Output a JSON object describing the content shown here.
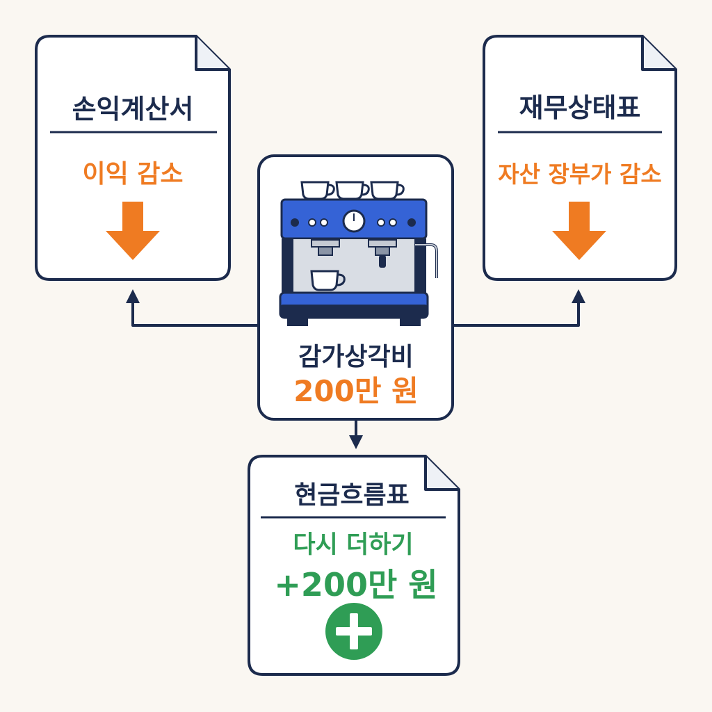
{
  "income_statement": {
    "title": "손익계산서",
    "effect": "이익 감소",
    "arrow_icon": "down-arrow-icon"
  },
  "balance_sheet": {
    "title": "재무상태표",
    "effect": "자산 장부가 감소",
    "arrow_icon": "down-arrow-icon"
  },
  "depreciation": {
    "label": "감가상각비",
    "amount": "200만 원",
    "icon": "espresso-machine-icon"
  },
  "cash_flow_statement": {
    "title": "현금흐름표",
    "effect": "다시 더하기",
    "amount": "+200만 원",
    "icon": "plus-circle-icon"
  },
  "colors": {
    "navy": "#1c2b4d",
    "orange": "#ef7b22",
    "green": "#2f9d55",
    "blue": "#3563d6",
    "background": "#faf7f2"
  }
}
